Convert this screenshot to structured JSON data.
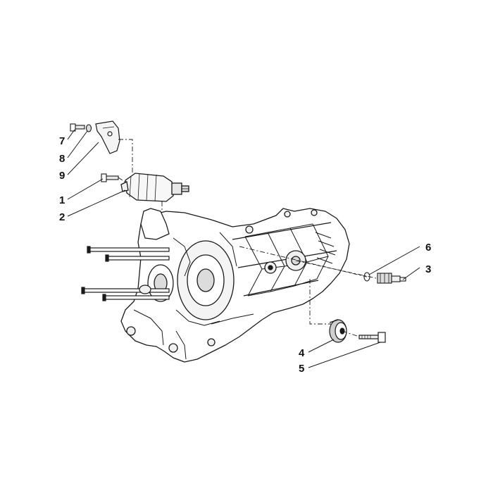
{
  "diagram": {
    "callouts": [
      {
        "id": "7",
        "label": "7"
      },
      {
        "id": "8",
        "label": "8"
      },
      {
        "id": "9",
        "label": "9"
      },
      {
        "id": "1",
        "label": "1"
      },
      {
        "id": "2",
        "label": "2"
      },
      {
        "id": "6",
        "label": "6"
      },
      {
        "id": "3",
        "label": "3"
      },
      {
        "id": "4",
        "label": "4"
      },
      {
        "id": "5",
        "label": "5"
      }
    ],
    "line_color": "#1a1a1a",
    "shade_color": "#dcdcdc",
    "background": "#ffffff"
  }
}
